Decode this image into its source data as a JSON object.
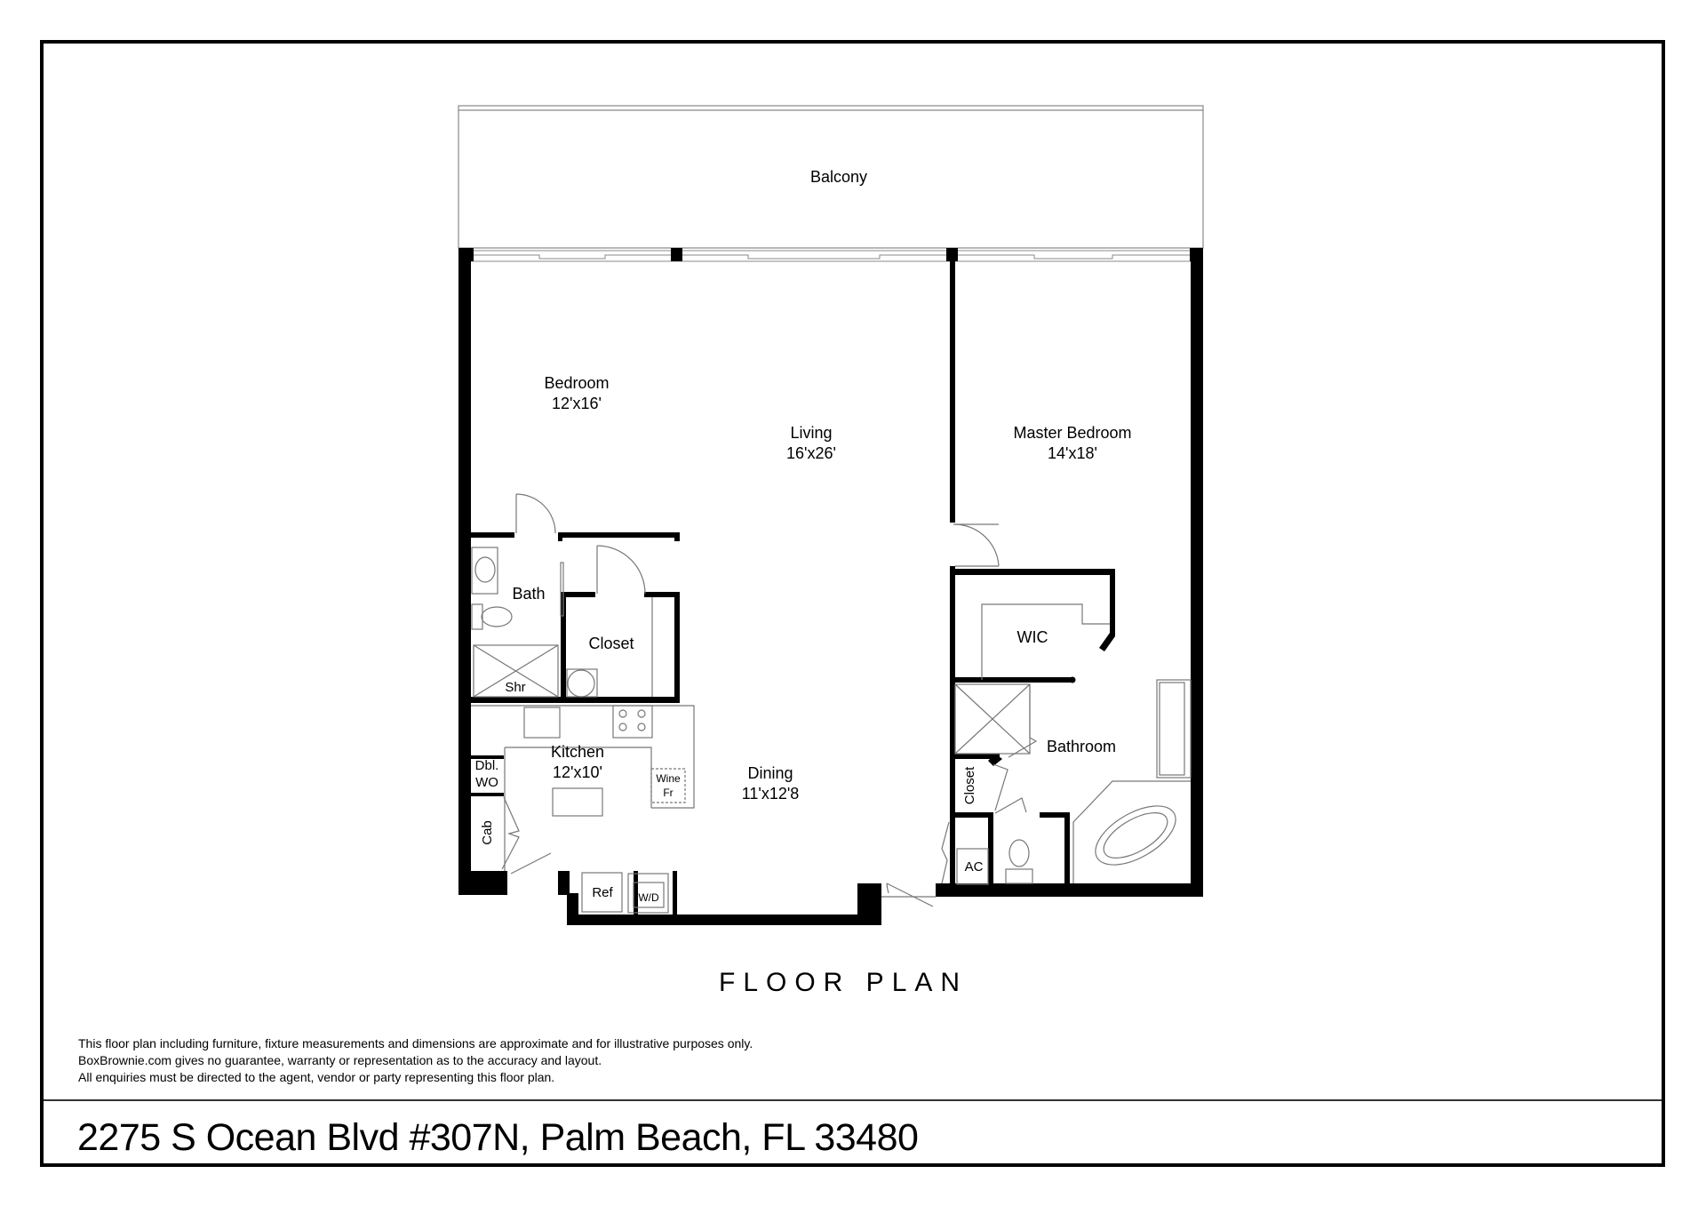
{
  "sheet": {
    "title": "FLOOR PLAN",
    "address": "2275 S Ocean Blvd #307N, Palm Beach, FL 33480",
    "disclaimer": [
      "This floor plan including furniture, fixture measurements and dimensions are approximate and for illustrative purposes only.",
      "BoxBrownie.com gives no guarantee, warranty or representation as to the accuracy and layout.",
      "All enquiries must be directed to the agent, vendor or party representing this floor plan."
    ]
  },
  "rooms": {
    "balcony": {
      "name": "Balcony"
    },
    "bedroom": {
      "name": "Bedroom",
      "size": "12'x16'"
    },
    "living": {
      "name": "Living",
      "size": "16'x26'"
    },
    "master_bedroom": {
      "name": "Master Bedroom",
      "size": "14'x18'"
    },
    "bath": {
      "name": "Bath"
    },
    "shower": {
      "name": "Shr"
    },
    "closet": {
      "name": "Closet"
    },
    "kitchen": {
      "name": "Kitchen",
      "size": "12'x10'"
    },
    "dining": {
      "name": "Dining",
      "size": "11'x12'8"
    },
    "wic": {
      "name": "WIC"
    },
    "bathroom": {
      "name": "Bathroom"
    },
    "master_closet": {
      "name": "Closet"
    },
    "ac": {
      "name": "AC"
    },
    "dbl_wo": {
      "line1": "Dbl.",
      "line2": "WO"
    },
    "cab": {
      "name": "Cab"
    },
    "wine_fr": {
      "line1": "Wine",
      "line2": "Fr"
    },
    "ref": {
      "name": "Ref"
    },
    "wd": {
      "name": "W/D"
    }
  },
  "colors": {
    "wall": "#000000",
    "fixture": "#777777",
    "background": "#ffffff"
  }
}
